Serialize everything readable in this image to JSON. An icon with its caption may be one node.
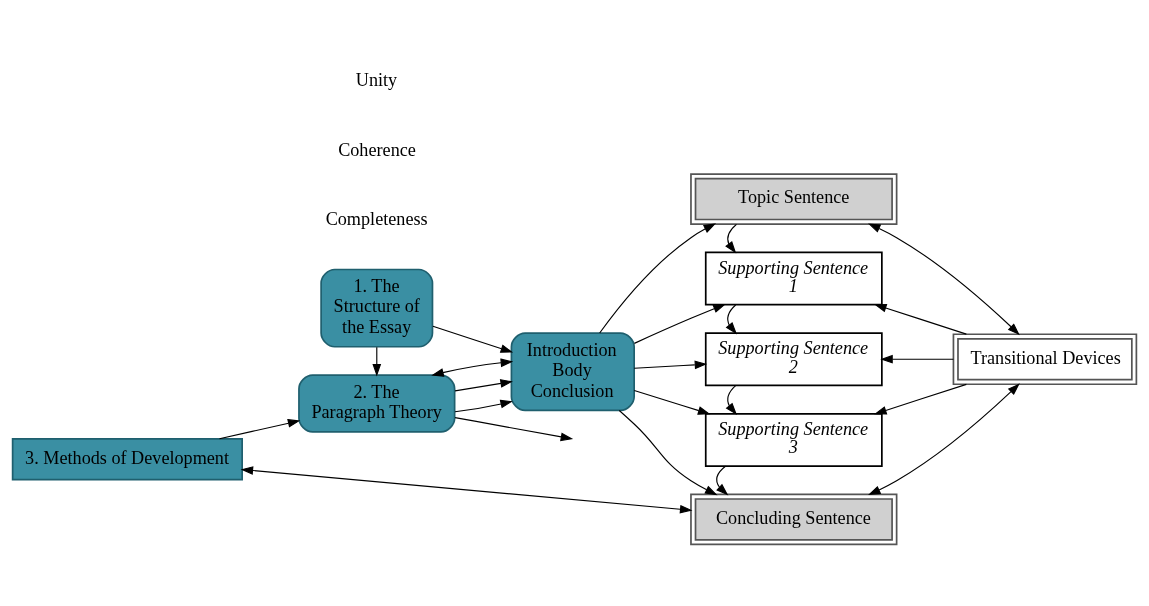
{
  "diagram": {
    "nodes": [
      {
        "text": [
          "1. The Structure of the Essay"
        ]
      },
      {
        "text": [
          "2. The Paragraph Theory"
        ]
      },
      {
        "text": [
          "3. Methods of Development"
        ]
      },
      {
        "text": [
          "Introduction Body Conclusion"
        ]
      },
      {
        "text": [
          "Topic Sentence"
        ]
      },
      {
        "text": [
          "Supporting Sentence 1"
        ]
      },
      {
        "text": [
          "Supporting Sentence 2"
        ]
      },
      {
        "text": [
          "Supporting Sentence 3"
        ]
      },
      {
        "text": [
          "Concluding Sentence"
        ]
      },
      {
        "text": [
          "Transitional Devices"
        ]
      }
    ],
    "edges": [
      {
        "from": 0,
        "to": 1,
        "arrow": "to"
      },
      {
        "from": 0,
        "to": 3,
        "arrow": "to"
      },
      {
        "from": 1,
        "to": 3,
        "arrow": "to"
      },
      {
        "from": 1,
        "to": 3,
        "arrow": "to"
      },
      {
        "from": 1,
        "to": null,
        "arrow": "to"
      },
      {
        "from": 3,
        "to": 1,
        "arrow": "both"
      },
      {
        "from": 2,
        "to": 1,
        "arrow": "to"
      },
      {
        "from": 2,
        "to": 8,
        "arrow": "both"
      },
      {
        "from": 3,
        "to": 4,
        "arrow": "to"
      },
      {
        "from": 3,
        "to": 5,
        "arrow": "to"
      },
      {
        "from": 3,
        "to": 6,
        "arrow": "to"
      },
      {
        "from": 3,
        "to": 7,
        "arrow": "to"
      },
      {
        "from": 3,
        "to": 8,
        "arrow": "to"
      },
      {
        "from": 4,
        "to": 5,
        "arrow": "to"
      },
      {
        "from": 5,
        "to": 6,
        "arrow": "to"
      },
      {
        "from": 6,
        "to": 7,
        "arrow": "to"
      },
      {
        "from": 7,
        "to": 8,
        "arrow": "to"
      },
      {
        "from": 9,
        "to": 5,
        "arrow": "to"
      },
      {
        "from": 9,
        "to": 6,
        "arrow": "to"
      },
      {
        "from": 9,
        "to": 7,
        "arrow": "to"
      },
      {
        "from": 4,
        "to": 9,
        "arrow": "both"
      },
      {
        "from": 8,
        "to": 9,
        "arrow": "both"
      }
    ],
    "labels": [
      "Unity",
      "Coherence",
      "Completeness"
    ]
  }
}
